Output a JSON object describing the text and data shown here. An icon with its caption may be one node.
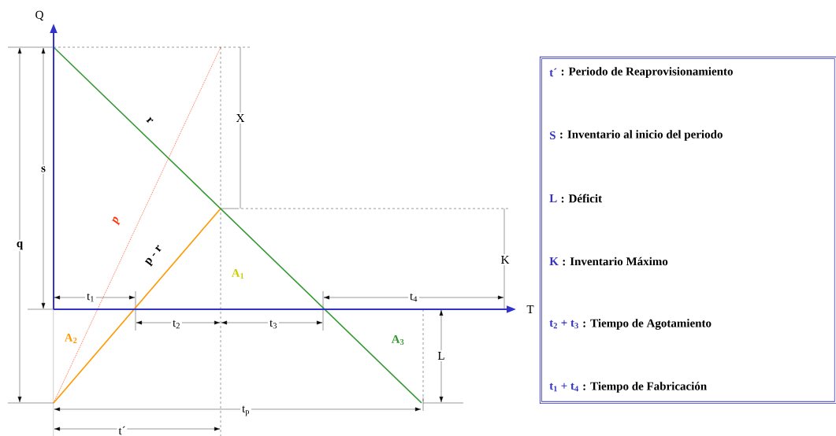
{
  "diagram": {
    "nodes": [
      {
        "text": [
          "t´",
          ": Periodo de Reaprovisionamiento",
          "S",
          ": Inventario al inicio del periodo",
          "L",
          ": Déficit",
          "K",
          ": Inventario Máximo",
          "t$_{2}$ + t$_{3}$",
          ": Tiempo de Agotamiento",
          "t$_{1}$ + t$_{4}$",
          ": Tiempo de Fabricación"
        ]
      }
    ],
    "labels": [
      "Q",
      "r",
      "X",
      "s",
      "p",
      "q",
      "p - r",
      "A$_{1}$",
      "K",
      "t$_{1}$",
      "t$_{4}$",
      "T",
      "t$_{2}$",
      "t$_{3}$",
      "A$_{2}$",
      "A$_{3}$",
      "L",
      "t$_{p}$",
      "t´"
    ]
  }
}
